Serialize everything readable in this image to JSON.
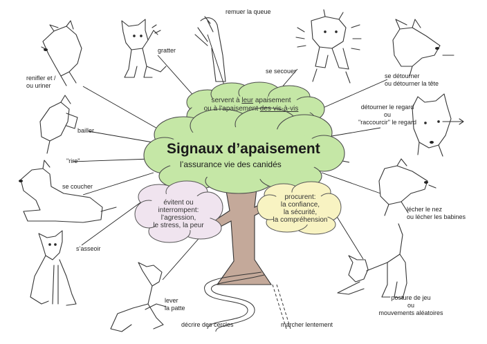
{
  "center": {
    "title": "Signaux d’apaisement",
    "subtitle": "l’assurance vie des canidés"
  },
  "clouds": {
    "top": {
      "line1_a": "servent à ",
      "line1_u": "leur",
      "line1_b": " apaisement",
      "line2_a": "ou à l’apaisement ",
      "line2_u": "des vis-à-vis"
    },
    "left": {
      "lines": [
        "évitent ou",
        "interrompent:",
        "l’agression,",
        "le stress, la peur"
      ]
    },
    "right": {
      "lines": [
        "procurent:",
        "la confiance,",
        "la sécurité,",
        "la compréhension"
      ]
    }
  },
  "signals": {
    "renifler": [
      "renifler et /",
      "ou uriner"
    ],
    "gratter": "gratter",
    "remuer": "remuer la queue",
    "secouer": "se secouer",
    "detourner": [
      "se détourner",
      "ou détourner la tête"
    ],
    "bailler": "bailler",
    "regard": [
      "détourner le regard",
      "ou",
      "\"raccourcir\" le regard"
    ],
    "rire": "\"rire\"",
    "coucher": "se coucher",
    "lecher": [
      "lécher le nez",
      "ou lécher les babines"
    ],
    "asseoir": "s’asseoir",
    "patte": [
      "lever",
      "la patte"
    ],
    "cercles": "décrire des cercles",
    "lentement": "marcher lentement",
    "jeu": [
      "posture de jeu",
      "ou",
      "mouvements aléatoires"
    ]
  },
  "colors": {
    "green_cloud": "#c5e7a6",
    "pink_cloud": "#f0e4ef",
    "yellow_cloud": "#f8f3c2",
    "trunk": "#c4a99a",
    "outline": "#333333"
  },
  "icons": [
    "dog-sniffing",
    "dog-scratching",
    "dog-tail-wagging",
    "dog-shaking",
    "dog-head-turning",
    "dog-yawning",
    "dog-looking-away",
    "dog-smiling-lying",
    "dog-lying-down",
    "dog-licking-nose",
    "dog-sitting",
    "dog-lifting-paw",
    "dog-play-bow"
  ]
}
